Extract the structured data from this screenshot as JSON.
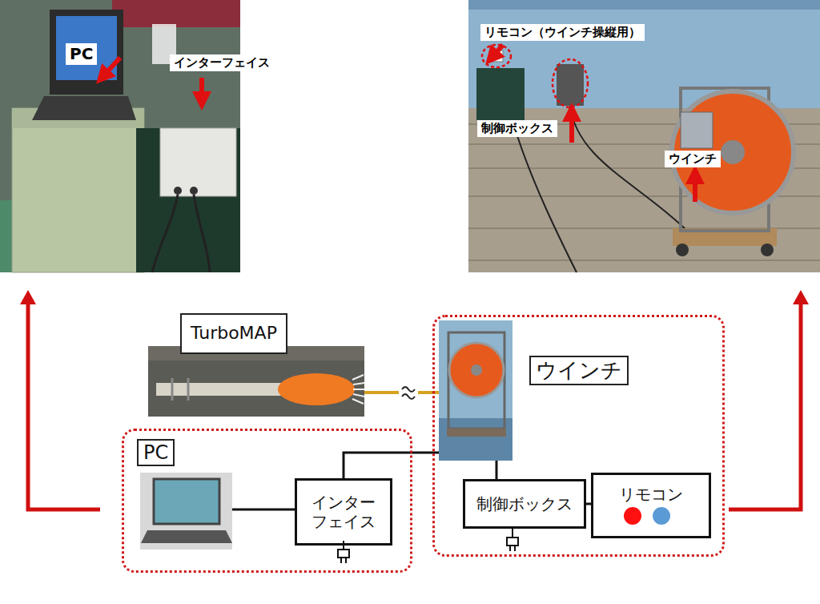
{
  "diagram": {
    "nodes": [
      {
        "text": [
          "TurboMAP"
        ]
      },
      {
        "text": [
          "PC"
        ]
      },
      {
        "text": [
          "インターフェイス"
        ],
        "in": 1
      },
      {
        "text": [
          "ウインチ"
        ]
      },
      {
        "text": [
          "制御ボックス"
        ],
        "in": 3
      },
      {
        "text": [
          "リモコン"
        ],
        "in": 3
      }
    ],
    "edges": [
      {
        "from": 2,
        "to": 3,
        "arrow": "none"
      },
      {
        "from": 4,
        "to": 5,
        "arrow": "none"
      }
    ],
    "labels": [
      "PC",
      "インターフェイス",
      "リモコン（ウインチ操縦用）",
      "制御ボックス",
      "ウインチ"
    ]
  }
}
